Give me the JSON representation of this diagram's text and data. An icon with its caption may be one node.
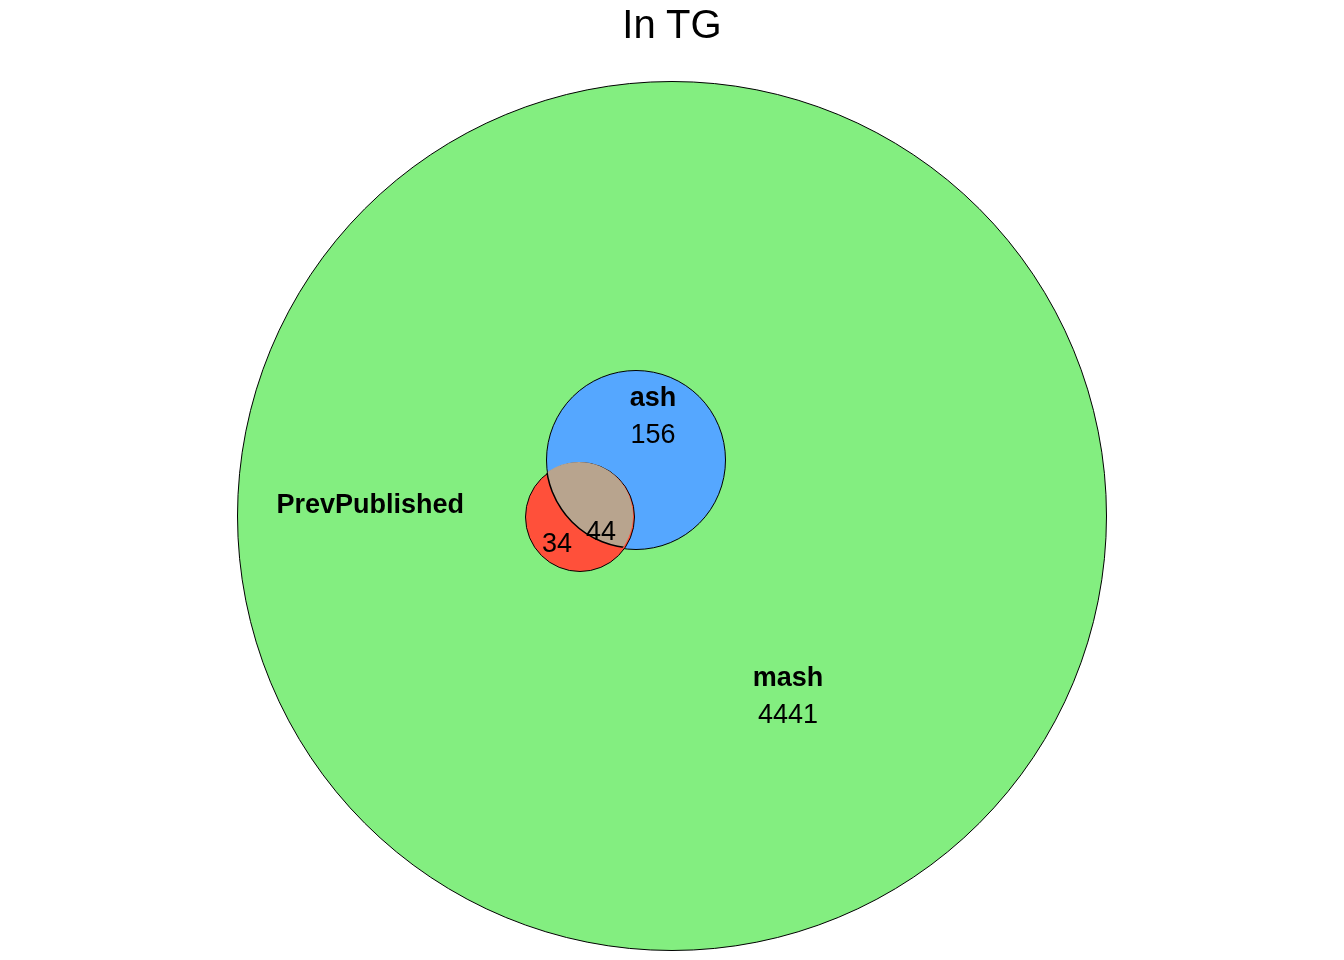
{
  "diagram": {
    "title": "In TG",
    "nodes": [
      {
        "text": [
          "mash",
          "4441"
        ]
      },
      {
        "text": [
          "ash",
          "156"
        ],
        "in": 0
      },
      {
        "text": [
          "PrevPublished",
          "34"
        ],
        "in": 0
      }
    ],
    "edges": [],
    "labels": [
      "44"
    ]
  }
}
